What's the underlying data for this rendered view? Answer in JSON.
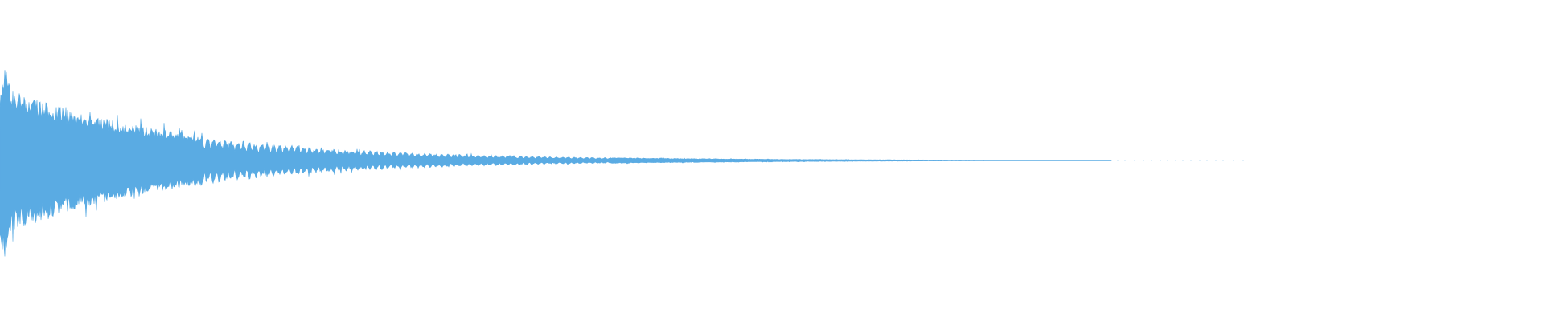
{
  "waveform": {
    "color": "#5aabe3",
    "background": "#ffffff",
    "envelope": "exponential-decay",
    "signal_fades_out_at_fraction": 0.72,
    "peak_amplitude_fraction": 0.9
  }
}
